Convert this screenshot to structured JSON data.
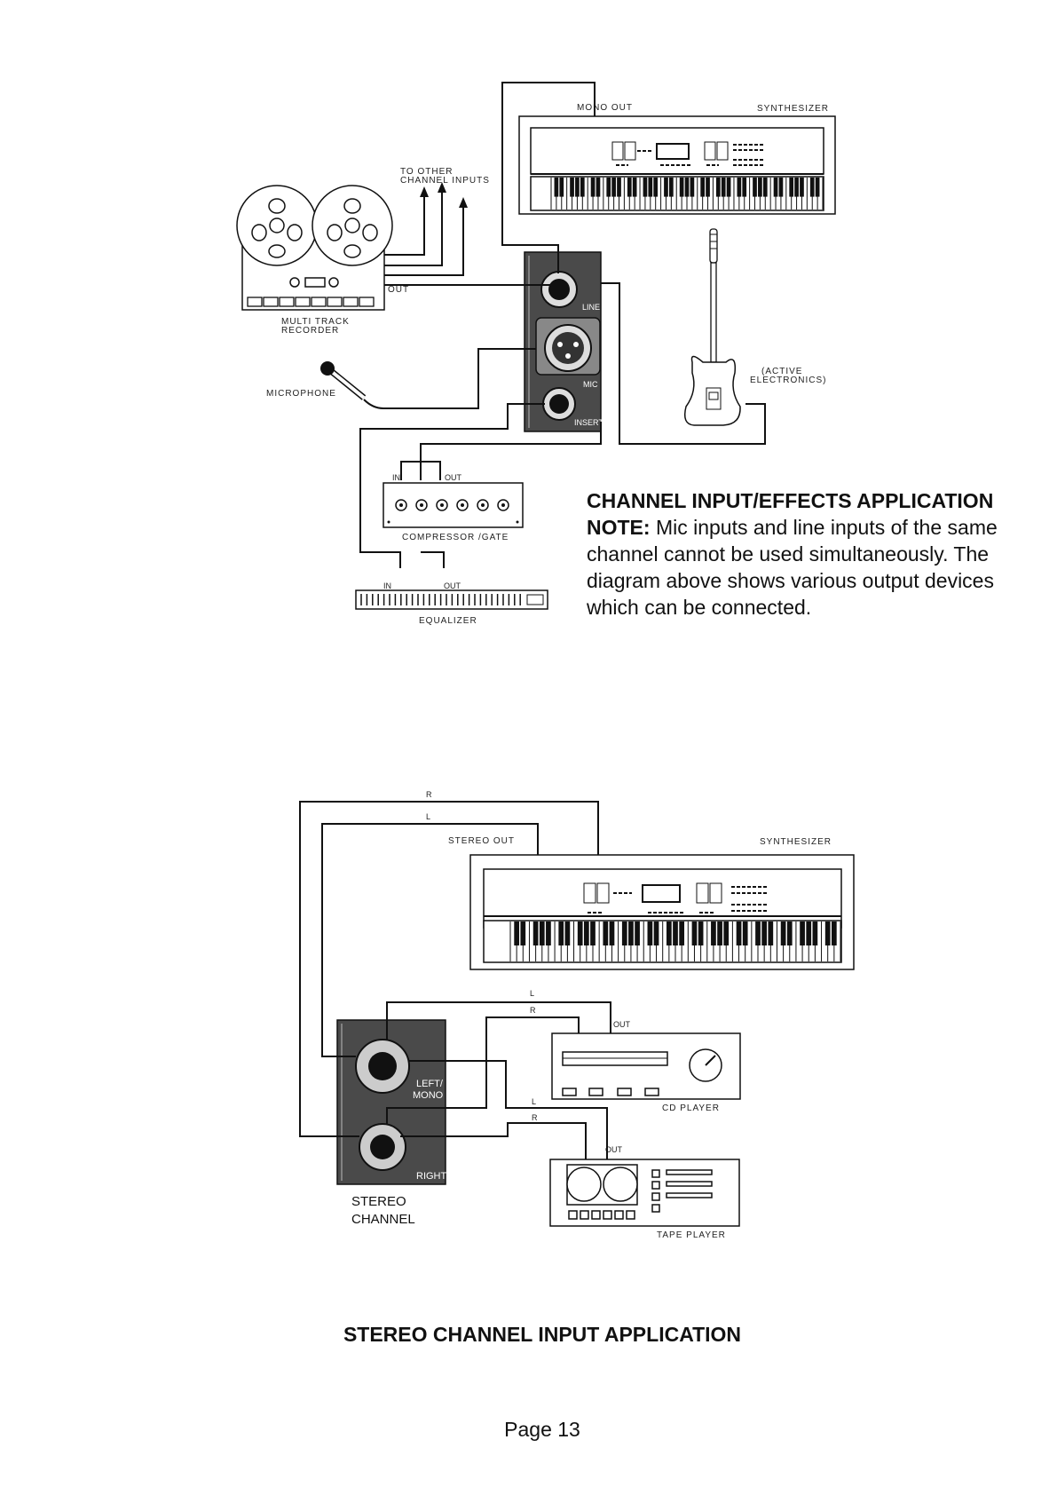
{
  "top_diagram": {
    "mono_out": "MONO OUT",
    "synthesizer": "SYNTHESIZER",
    "to_other_l1": "TO OTHER",
    "to_other_l2": "CHANNEL INPUTS",
    "out": "OUT",
    "recorder_l1": "MULTI TRACK",
    "recorder_l2": "RECORDER",
    "microphone": "MICROPHONE",
    "line": "LINE",
    "mic": "MIC",
    "insert": "INSERT",
    "active_l1": "(ACTIVE",
    "active_l2": "ELECTRONICS)",
    "in": "IN",
    "comp_out": "OUT",
    "compressor": "COMPRESSOR /GATE",
    "eq_in": "IN",
    "eq_out": "OUT",
    "equalizer": "EQUALIZER"
  },
  "caption1": {
    "title": "CHANNEL INPUT/EFFECTS APPLICATION",
    "note_label": "NOTE:",
    "note_text": "Mic inputs and line inputs of the same channel cannot be used simultaneously. The diagram above shows various output devices which can be connected."
  },
  "bottom_diagram": {
    "r": "R",
    "l": "L",
    "stereo_out": "STEREO OUT",
    "synthesizer": "SYNTHESIZER",
    "cd_l": "L",
    "cd_r": "R",
    "cd_out": "OUT",
    "cd_player": "CD PLAYER",
    "tape_l": "L",
    "tape_r": "R",
    "tape_out": "OUT",
    "tape_player": "TAPE PLAYER",
    "left_mono_l1": "LEFT/",
    "left_mono_l2": "MONO",
    "right": "RIGHT",
    "stereo_l1": "STEREO",
    "stereo_l2": "CHANNEL"
  },
  "caption2": "STEREO CHANNEL INPUT APPLICATION",
  "page_number": "Page 13"
}
